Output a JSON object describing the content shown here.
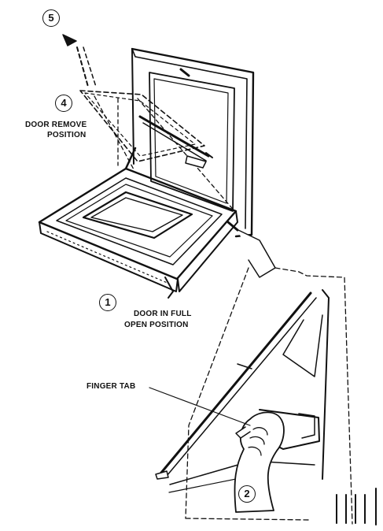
{
  "labels": {
    "door_remove_line1": "DOOR REMOVE",
    "door_remove_line2": "POSITION",
    "full_open_line1": "DOOR IN FULL",
    "full_open_line2": "OPEN POSITION",
    "finger_tab": "FINGER TAB"
  },
  "steps": {
    "s1": "1",
    "s2": "2",
    "s4": "4",
    "s5": "5"
  },
  "colors": {
    "ink": "#111111",
    "paper": "#ffffff"
  }
}
